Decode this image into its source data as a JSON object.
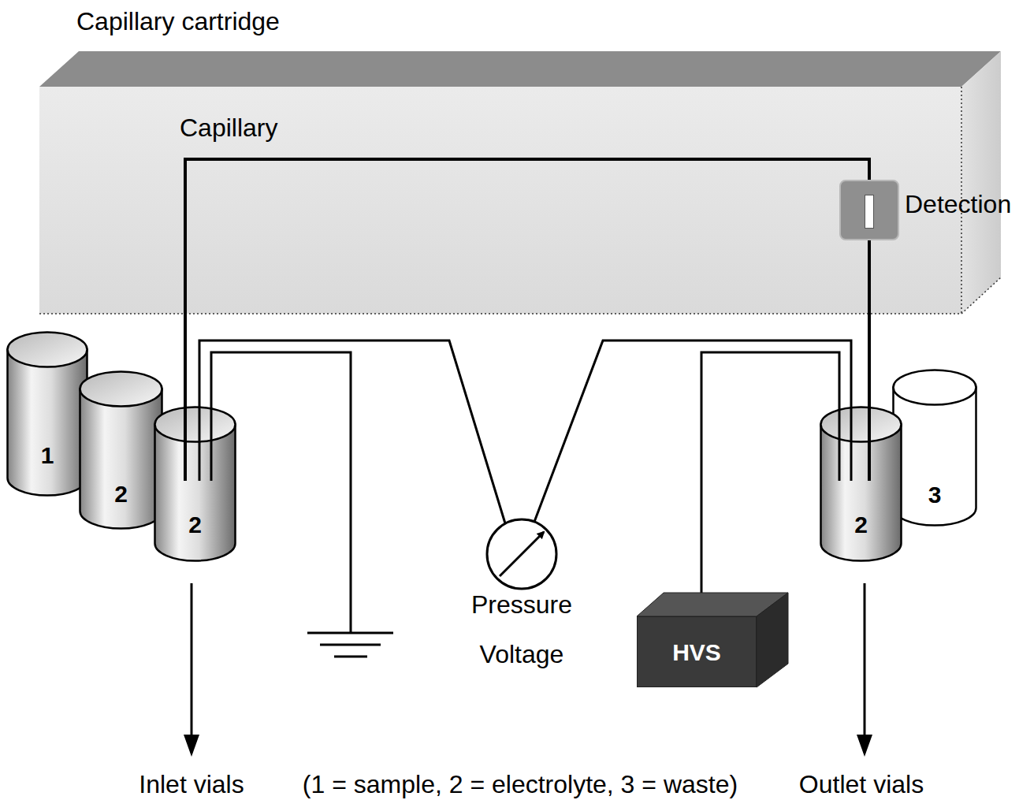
{
  "diagram": {
    "nodes": [
      {
        "text": [
          "Capillary cartridge"
        ]
      },
      {
        "text": [
          "Detection"
        ],
        "in": 0
      },
      {
        "text": [
          "1"
        ]
      },
      {
        "text": [
          "2"
        ]
      },
      {
        "text": [
          "2"
        ]
      },
      {
        "text": [
          "2"
        ]
      },
      {
        "text": [
          "3"
        ]
      },
      {
        "text": [
          "HVS"
        ]
      }
    ],
    "edges": [
      {
        "from": 4,
        "to": 1,
        "arrow": "none"
      },
      {
        "from": 1,
        "to": 5,
        "arrow": "none"
      },
      {
        "from": 7,
        "to": 5,
        "arrow": "none"
      }
    ],
    "labels": [
      "Capillary",
      "Pressure",
      "Voltage",
      "Inlet vials",
      "(1 = sample, 2 = electrolyte, 3 = waste)",
      "Outlet vials"
    ]
  }
}
